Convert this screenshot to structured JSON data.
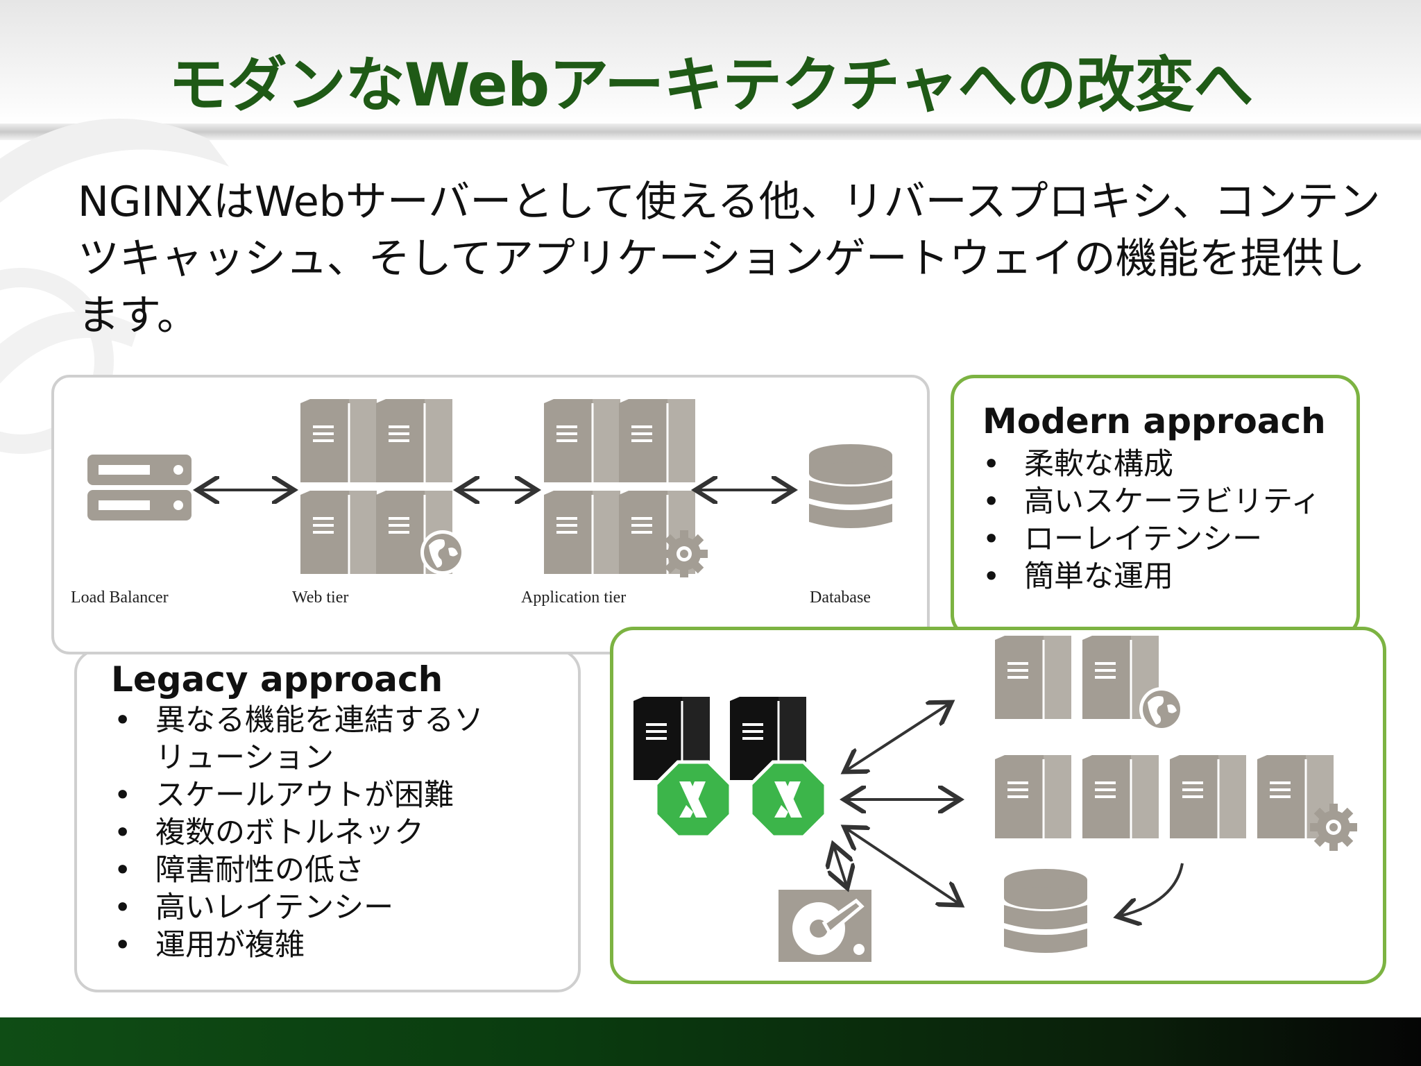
{
  "title": "モダンなWebアーキテクチャへの改変へ",
  "intro": "NGINXはWebサーバーとして使える他、リバースプロキシ、コンテンツキャッシュ、そしてアプリケーションゲートウェイの機能を提供します。",
  "top_diagram": {
    "labels": {
      "load_balancer": "Load Balancer",
      "web_tier": "Web tier",
      "app_tier": "Application tier",
      "database": "Database"
    }
  },
  "modern": {
    "heading": "Modern approach",
    "items": [
      "柔軟な構成",
      "高いスケーラビリティ",
      "ローレイテンシー",
      "簡単な運用"
    ]
  },
  "legacy": {
    "heading": "Legacy approach",
    "items": [
      "異なる機能を連結するソリューション",
      "スケールアウトが困難",
      "複数のボトルネック",
      "障害耐性の低さ",
      "高いレイテンシー",
      "運用が複雑"
    ]
  },
  "colors": {
    "title_green": "#1f5a16",
    "accent_green": "#7cb342",
    "nginx_green": "#3cb54a",
    "server_gray": "#a39d94",
    "border_gray": "#cfcfcf"
  },
  "icons": [
    "server-icon",
    "globe-icon",
    "gear-icon",
    "database-icon",
    "load-balancer-icon",
    "nginx-logo-icon",
    "hard-disk-icon"
  ]
}
